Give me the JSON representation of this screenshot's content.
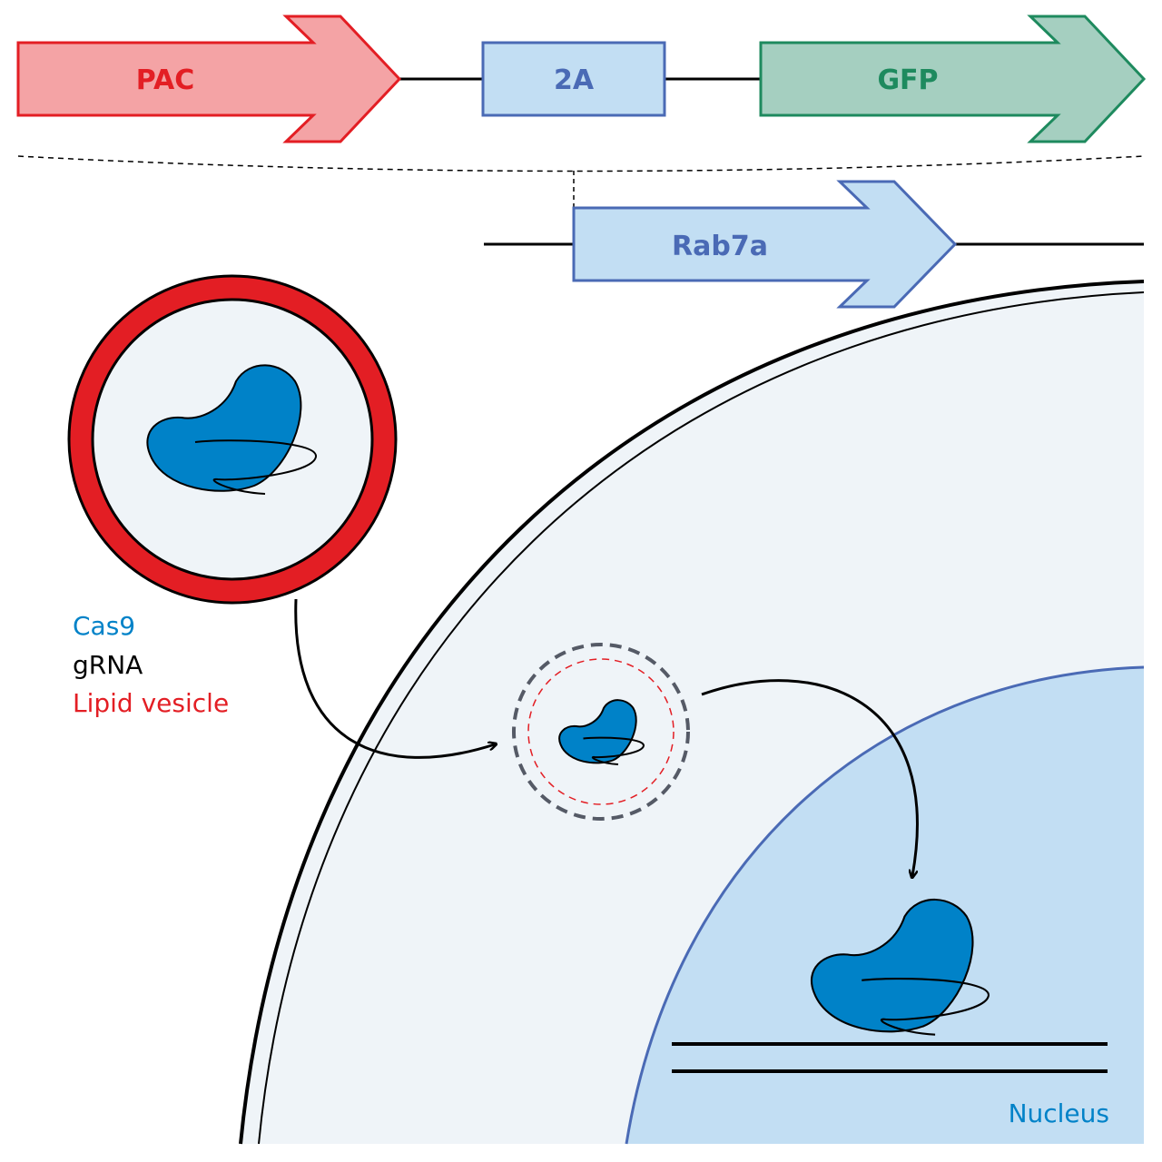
{
  "construct": {
    "pac_label": "PAC",
    "t2a_label": "2A",
    "gfp_label": "GFP"
  },
  "gene": {
    "rab7a_label": "Rab7a"
  },
  "legend": {
    "cas9": "Cas9",
    "grna": "gRNA",
    "lipid_vesicle": "Lipid vesicle"
  },
  "nucleus_label": "Nucleus",
  "colors": {
    "pac_fill": "#F4A3A5",
    "pac_stroke": "#E31E24",
    "t2a_fill": "#C2DEF3",
    "t2a_stroke": "#4A6AB5",
    "gfp_fill": "#A5CFC0",
    "gfp_stroke": "#1E8A5E",
    "rab7a_fill": "#C2DEF3",
    "rab7a_stroke": "#4A6AB5",
    "cas9_fill": "#0082C8",
    "cas9_text": "#0082C8",
    "lipid_red": "#E31E24",
    "cell_fill": "#EFF4F8",
    "nucleus_fill": "#C2DEF3",
    "nucleus_stroke": "#4A6AB5",
    "endosome_gray": "#555A66"
  },
  "icons": {
    "cas9_protein": "cas9-kidney-shape",
    "guide_rna": "grna-loop-line"
  }
}
